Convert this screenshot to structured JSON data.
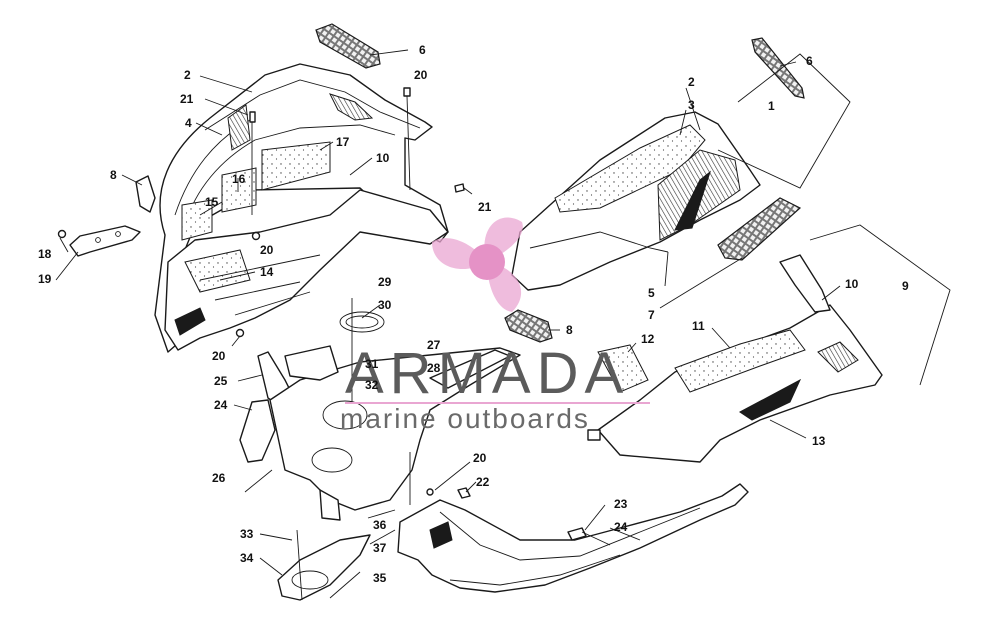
{
  "watermark": {
    "title": "ARMADA",
    "subtitle": "marine outboards",
    "accent_color": "#e9a6d2",
    "icon": "propeller-icon"
  },
  "callouts": [
    {
      "id": "c1",
      "text": "2"
    },
    {
      "id": "c2",
      "text": "21"
    },
    {
      "id": "c3",
      "text": "4"
    },
    {
      "id": "c4",
      "text": "8"
    },
    {
      "id": "c5",
      "text": "18"
    },
    {
      "id": "c6",
      "text": "19"
    },
    {
      "id": "c7",
      "text": "6"
    },
    {
      "id": "c8",
      "text": "20"
    },
    {
      "id": "c9",
      "text": "17"
    },
    {
      "id": "c10",
      "text": "10"
    },
    {
      "id": "c11",
      "text": "16"
    },
    {
      "id": "c12",
      "text": "15"
    },
    {
      "id": "c13",
      "text": "21"
    },
    {
      "id": "c14",
      "text": "20"
    },
    {
      "id": "c15",
      "text": "14"
    },
    {
      "id": "c16",
      "text": "20"
    },
    {
      "id": "c17",
      "text": "29"
    },
    {
      "id": "c18",
      "text": "30"
    },
    {
      "id": "c19",
      "text": "31"
    },
    {
      "id": "c20",
      "text": "32"
    },
    {
      "id": "c21",
      "text": "27"
    },
    {
      "id": "c22",
      "text": "28"
    },
    {
      "id": "c23",
      "text": "25"
    },
    {
      "id": "c24",
      "text": "24"
    },
    {
      "id": "c25",
      "text": "26"
    },
    {
      "id": "c26",
      "text": "33"
    },
    {
      "id": "c27",
      "text": "34"
    },
    {
      "id": "c28",
      "text": "35"
    },
    {
      "id": "c29",
      "text": "36"
    },
    {
      "id": "c30",
      "text": "37"
    },
    {
      "id": "c31",
      "text": "20"
    },
    {
      "id": "c32",
      "text": "22"
    },
    {
      "id": "c33",
      "text": "23"
    },
    {
      "id": "c34",
      "text": "24"
    },
    {
      "id": "c35",
      "text": "6"
    },
    {
      "id": "c36",
      "text": "2"
    },
    {
      "id": "c37",
      "text": "3"
    },
    {
      "id": "c38",
      "text": "1"
    },
    {
      "id": "c39",
      "text": "5"
    },
    {
      "id": "c40",
      "text": "7"
    },
    {
      "id": "c41",
      "text": "8"
    },
    {
      "id": "c42",
      "text": "12"
    },
    {
      "id": "c43",
      "text": "11"
    },
    {
      "id": "c44",
      "text": "10"
    },
    {
      "id": "c45",
      "text": "9"
    },
    {
      "id": "c46",
      "text": "13"
    }
  ]
}
